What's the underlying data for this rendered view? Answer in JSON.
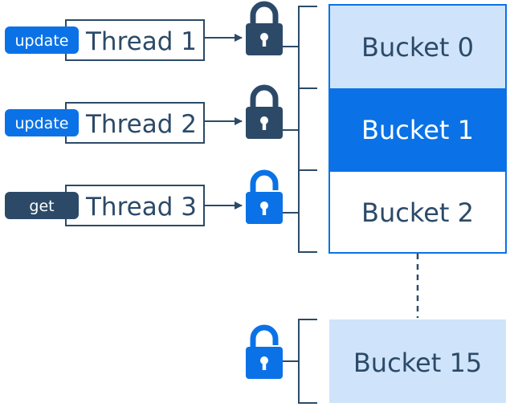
{
  "colors": {
    "navy": "#2c4a68",
    "blue": "#0a72e6",
    "light_blue": "#cfe4fb",
    "white": "#ffffff",
    "text_dark": "#2c4a68",
    "text_light": "#ffffff"
  },
  "threads": [
    {
      "op": "update",
      "label": "Thread 1",
      "op_style": "blue",
      "lock": "locked",
      "lock_style": "navy"
    },
    {
      "op": "update",
      "label": "Thread 2",
      "op_style": "blue",
      "lock": "locked",
      "lock_style": "navy"
    },
    {
      "op": "get",
      "label": "Thread 3",
      "op_style": "navy",
      "lock": "unlocked",
      "lock_style": "blue"
    }
  ],
  "buckets": [
    {
      "label": "Bucket 0",
      "fill": "light_blue",
      "text": "text_dark"
    },
    {
      "label": "Bucket 1",
      "fill": "blue",
      "text": "text_light"
    },
    {
      "label": "Bucket 2",
      "fill": "white",
      "text": "text_dark"
    }
  ],
  "last_bucket": {
    "label": "Bucket 15",
    "fill": "light_blue",
    "text": "text_dark",
    "lock": "unlocked",
    "lock_style": "blue"
  },
  "icons": {
    "lock_locked": "padlock-closed-icon",
    "lock_unlocked": "padlock-open-icon"
  }
}
